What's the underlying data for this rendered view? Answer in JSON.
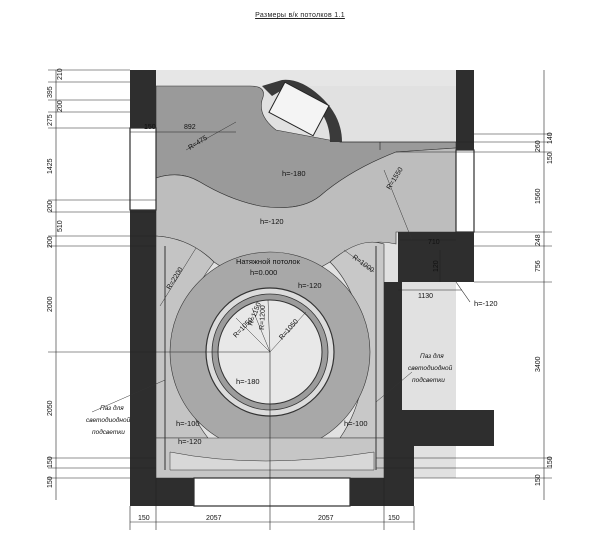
{
  "title": "Размеры в/к потолков 1.1",
  "center_label": {
    "line1": "Натяжной потолок",
    "line2": "h=0.000"
  },
  "levels": {
    "top": "h=-180",
    "band": "h=-120",
    "circle": "h=-180",
    "right": "h=-120",
    "bottom_right": "h=-100",
    "bottom_left_a": "h=-100",
    "bottom_left_b": "h=-120",
    "outside": "h=-120"
  },
  "radii": {
    "r475": "R=475",
    "r1550": "R=1550",
    "r2200": "R=2200",
    "r1000": "R=1000",
    "r1050a": "R=1050",
    "r1050b": "R=1050",
    "r1150": "R=1150",
    "r1200": "R=1200"
  },
  "notes": {
    "left": [
      "Паз для",
      "светодиодной",
      "подсветки"
    ],
    "right": [
      "Паз для",
      "светодиодной",
      "подсветки"
    ]
  },
  "dims": {
    "left": [
      "210",
      "395",
      "200",
      "275",
      "1425",
      "200",
      "510",
      "200",
      "2000",
      "2050",
      "150",
      "150"
    ],
    "top_inner": [
      "150",
      "892"
    ],
    "right": [
      "140",
      "260",
      "150",
      "1560",
      "248",
      "756",
      "3400",
      "150",
      "150"
    ],
    "right_inner": [
      "710",
      "120",
      "1130"
    ],
    "bottom": [
      "150",
      "2057",
      "2057",
      "150"
    ]
  }
}
